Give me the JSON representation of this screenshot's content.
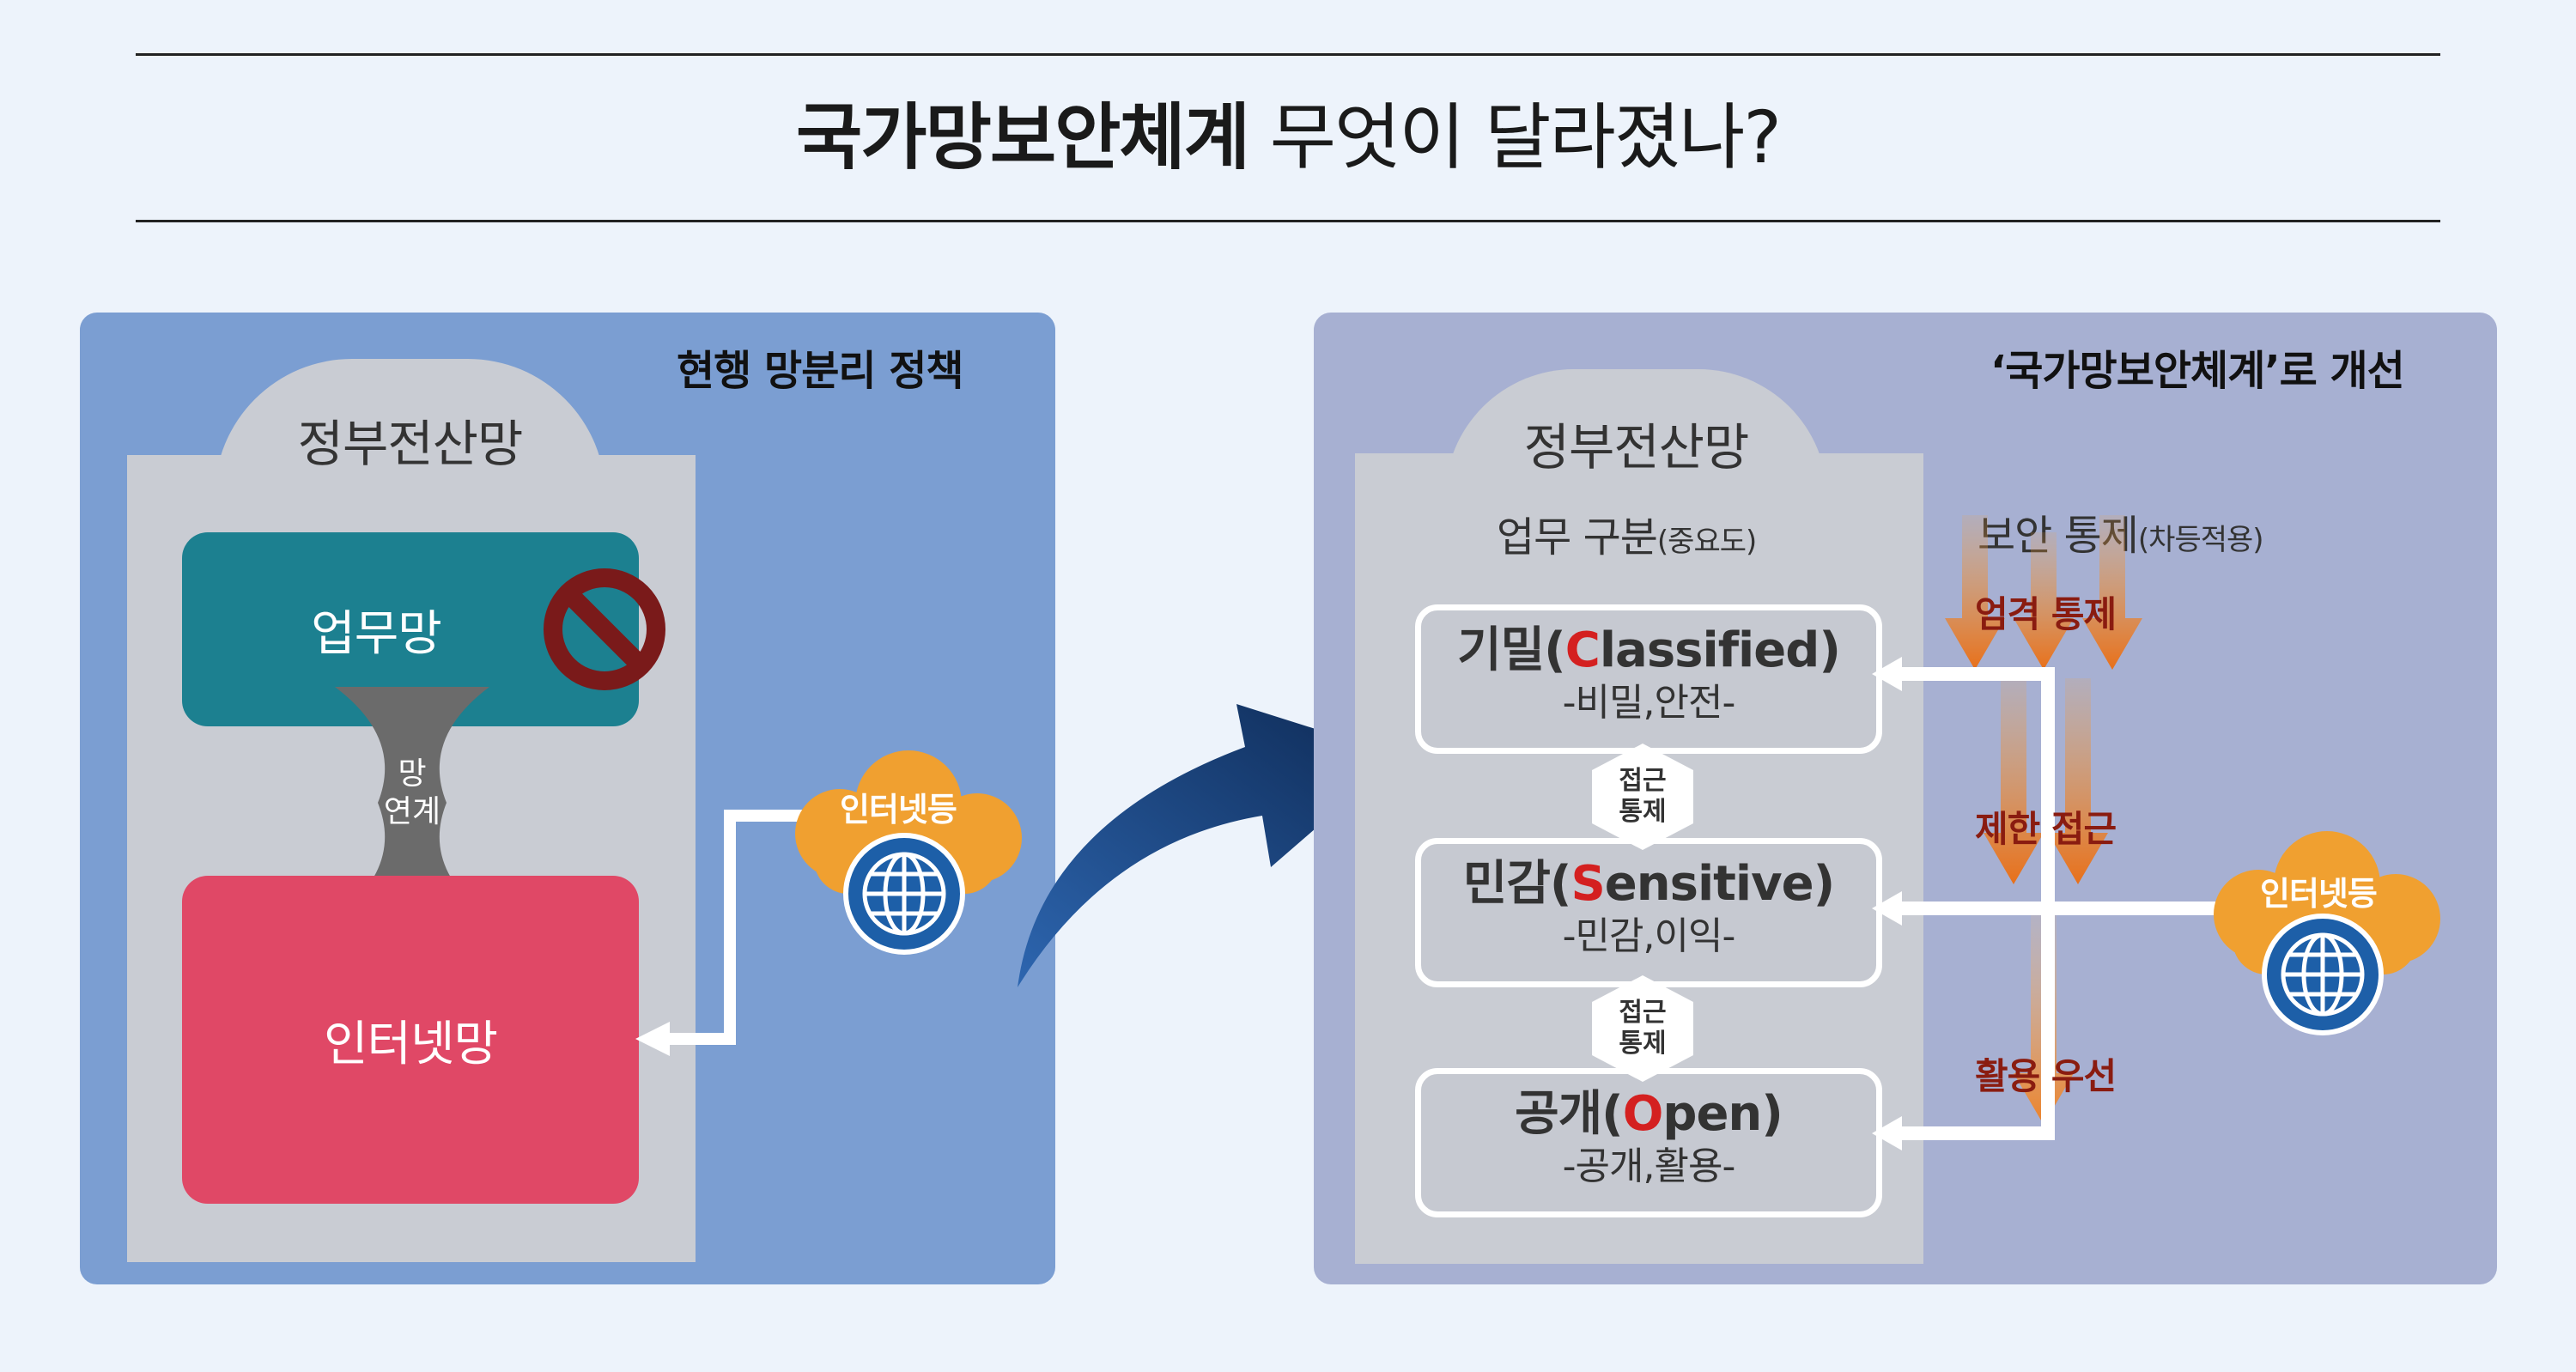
{
  "header": {
    "title_bold": "국가망보안체계",
    "title_rest": "무엇이 달라졌나?"
  },
  "left_panel": {
    "caption": "현행 망분리 정책",
    "house_title": "정부전산망",
    "business_network": "업무망",
    "link_label_line1": "망",
    "link_label_line2": "연계",
    "internet_network": "인터넷망",
    "cloud_label": "인터넷등"
  },
  "right_panel": {
    "caption": "‘국가망보안체계’로 개선",
    "house_title": "정부전산망",
    "work_division": "업무 구분",
    "work_division_note": "(중요도)",
    "security_control": "보안 통제",
    "security_control_note": "(차등적용)",
    "levels": [
      {
        "name": "기밀",
        "eng_first": "C",
        "eng_rest": "lassified",
        "sub": "-비밀,안전-"
      },
      {
        "name": "민감",
        "eng_first": "S",
        "eng_rest": "ensitive",
        "sub": "-민감,이익-"
      },
      {
        "name": "공개",
        "eng_first": "O",
        "eng_rest": "pen",
        "sub": "-공개,활용-"
      }
    ],
    "access_control_line1": "접근",
    "access_control_line2": "통제",
    "strict_control": "엄격 통제",
    "limited_access": "제한 접근",
    "use_priority": "활용 우선",
    "cloud_label": "인터넷등"
  },
  "colors": {
    "left_panel_bg": "#7b9ed2",
    "right_panel_bg": "#a7b0d2",
    "business_net": "#1c8090",
    "internet_net": "#e04866",
    "cloud": "#f0a030",
    "highlight_letter": "#d42020",
    "big_arrow": "#1f4f8f"
  }
}
